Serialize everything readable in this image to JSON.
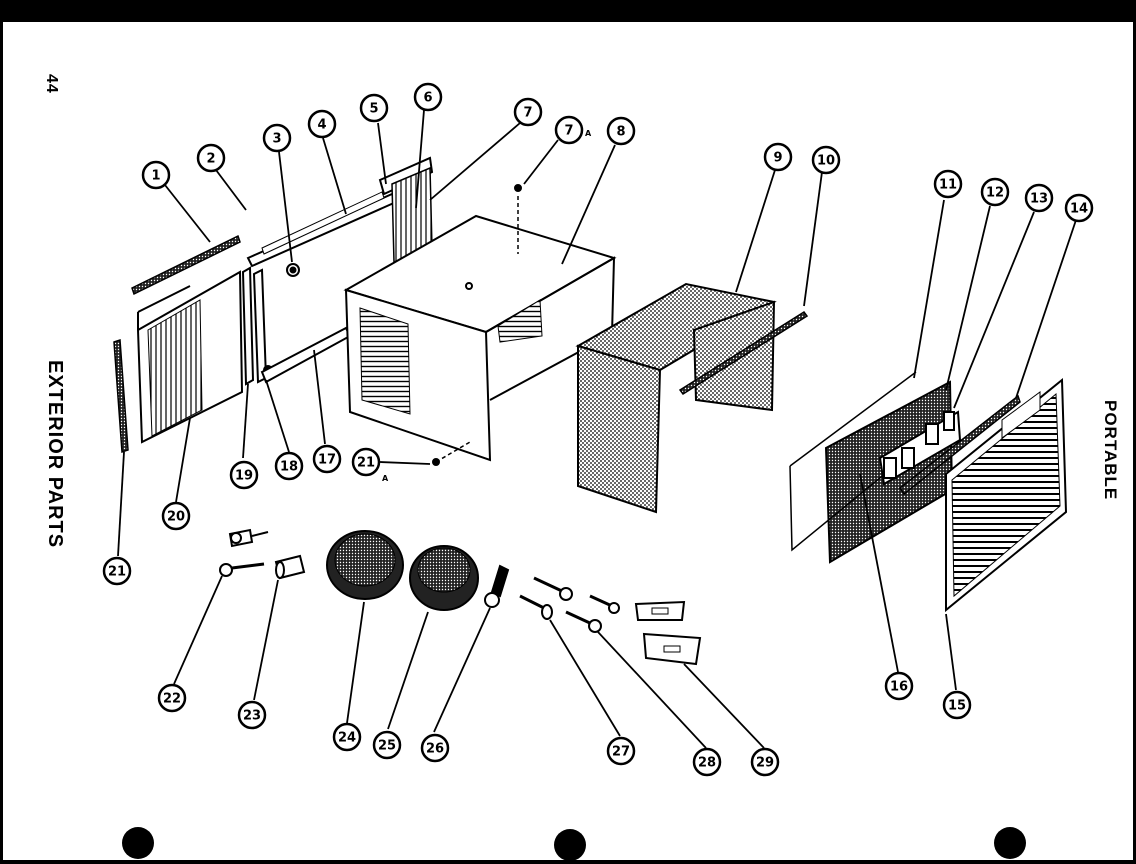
{
  "page_number": "44",
  "section_title": "EXTERIOR PARTS",
  "model_title": "PORTABLE",
  "callouts": [
    {
      "n": "1"
    },
    {
      "n": "2"
    },
    {
      "n": "3"
    },
    {
      "n": "4"
    },
    {
      "n": "5"
    },
    {
      "n": "6"
    },
    {
      "n": "7"
    },
    {
      "n": "7",
      "suffix": "A"
    },
    {
      "n": "8"
    },
    {
      "n": "9"
    },
    {
      "n": "10"
    },
    {
      "n": "11"
    },
    {
      "n": "12"
    },
    {
      "n": "13"
    },
    {
      "n": "14"
    },
    {
      "n": "15"
    },
    {
      "n": "16"
    },
    {
      "n": "17"
    },
    {
      "n": "18"
    },
    {
      "n": "19"
    },
    {
      "n": "20"
    },
    {
      "n": "21"
    },
    {
      "n": "21",
      "suffix": "A"
    },
    {
      "n": "22"
    },
    {
      "n": "23"
    },
    {
      "n": "24"
    },
    {
      "n": "25"
    },
    {
      "n": "26"
    },
    {
      "n": "27"
    },
    {
      "n": "28"
    },
    {
      "n": "29"
    }
  ],
  "colors": {
    "ink": "#000000",
    "paper": "#ffffff"
  }
}
